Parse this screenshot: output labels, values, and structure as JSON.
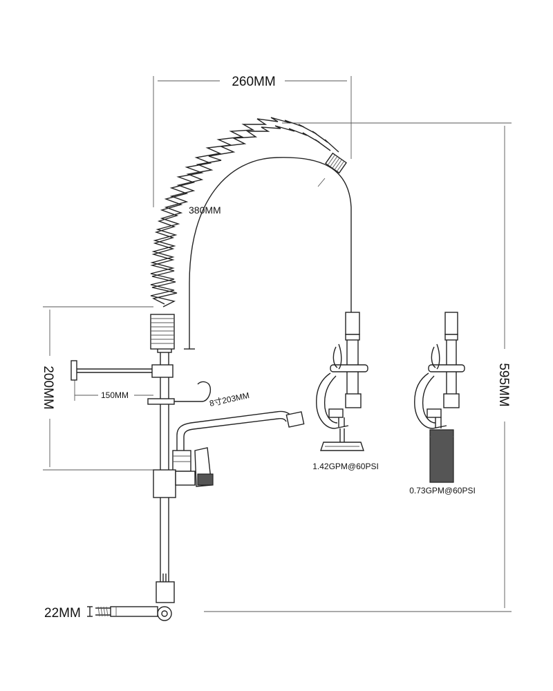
{
  "dimensions": {
    "width_top": "260MM",
    "hose_radius": "380MM",
    "height_total": "595MM",
    "mount_height": "200MM",
    "bracket_length": "150MM",
    "spout_length": "8寸203MM",
    "pipe_diameter": "22MM"
  },
  "spray_heads": {
    "standard": {
      "flow_rate": "1.42GPM@60PSI"
    },
    "low_flow": {
      "flow_rate": "0.73GPM@60PSI"
    }
  }
}
